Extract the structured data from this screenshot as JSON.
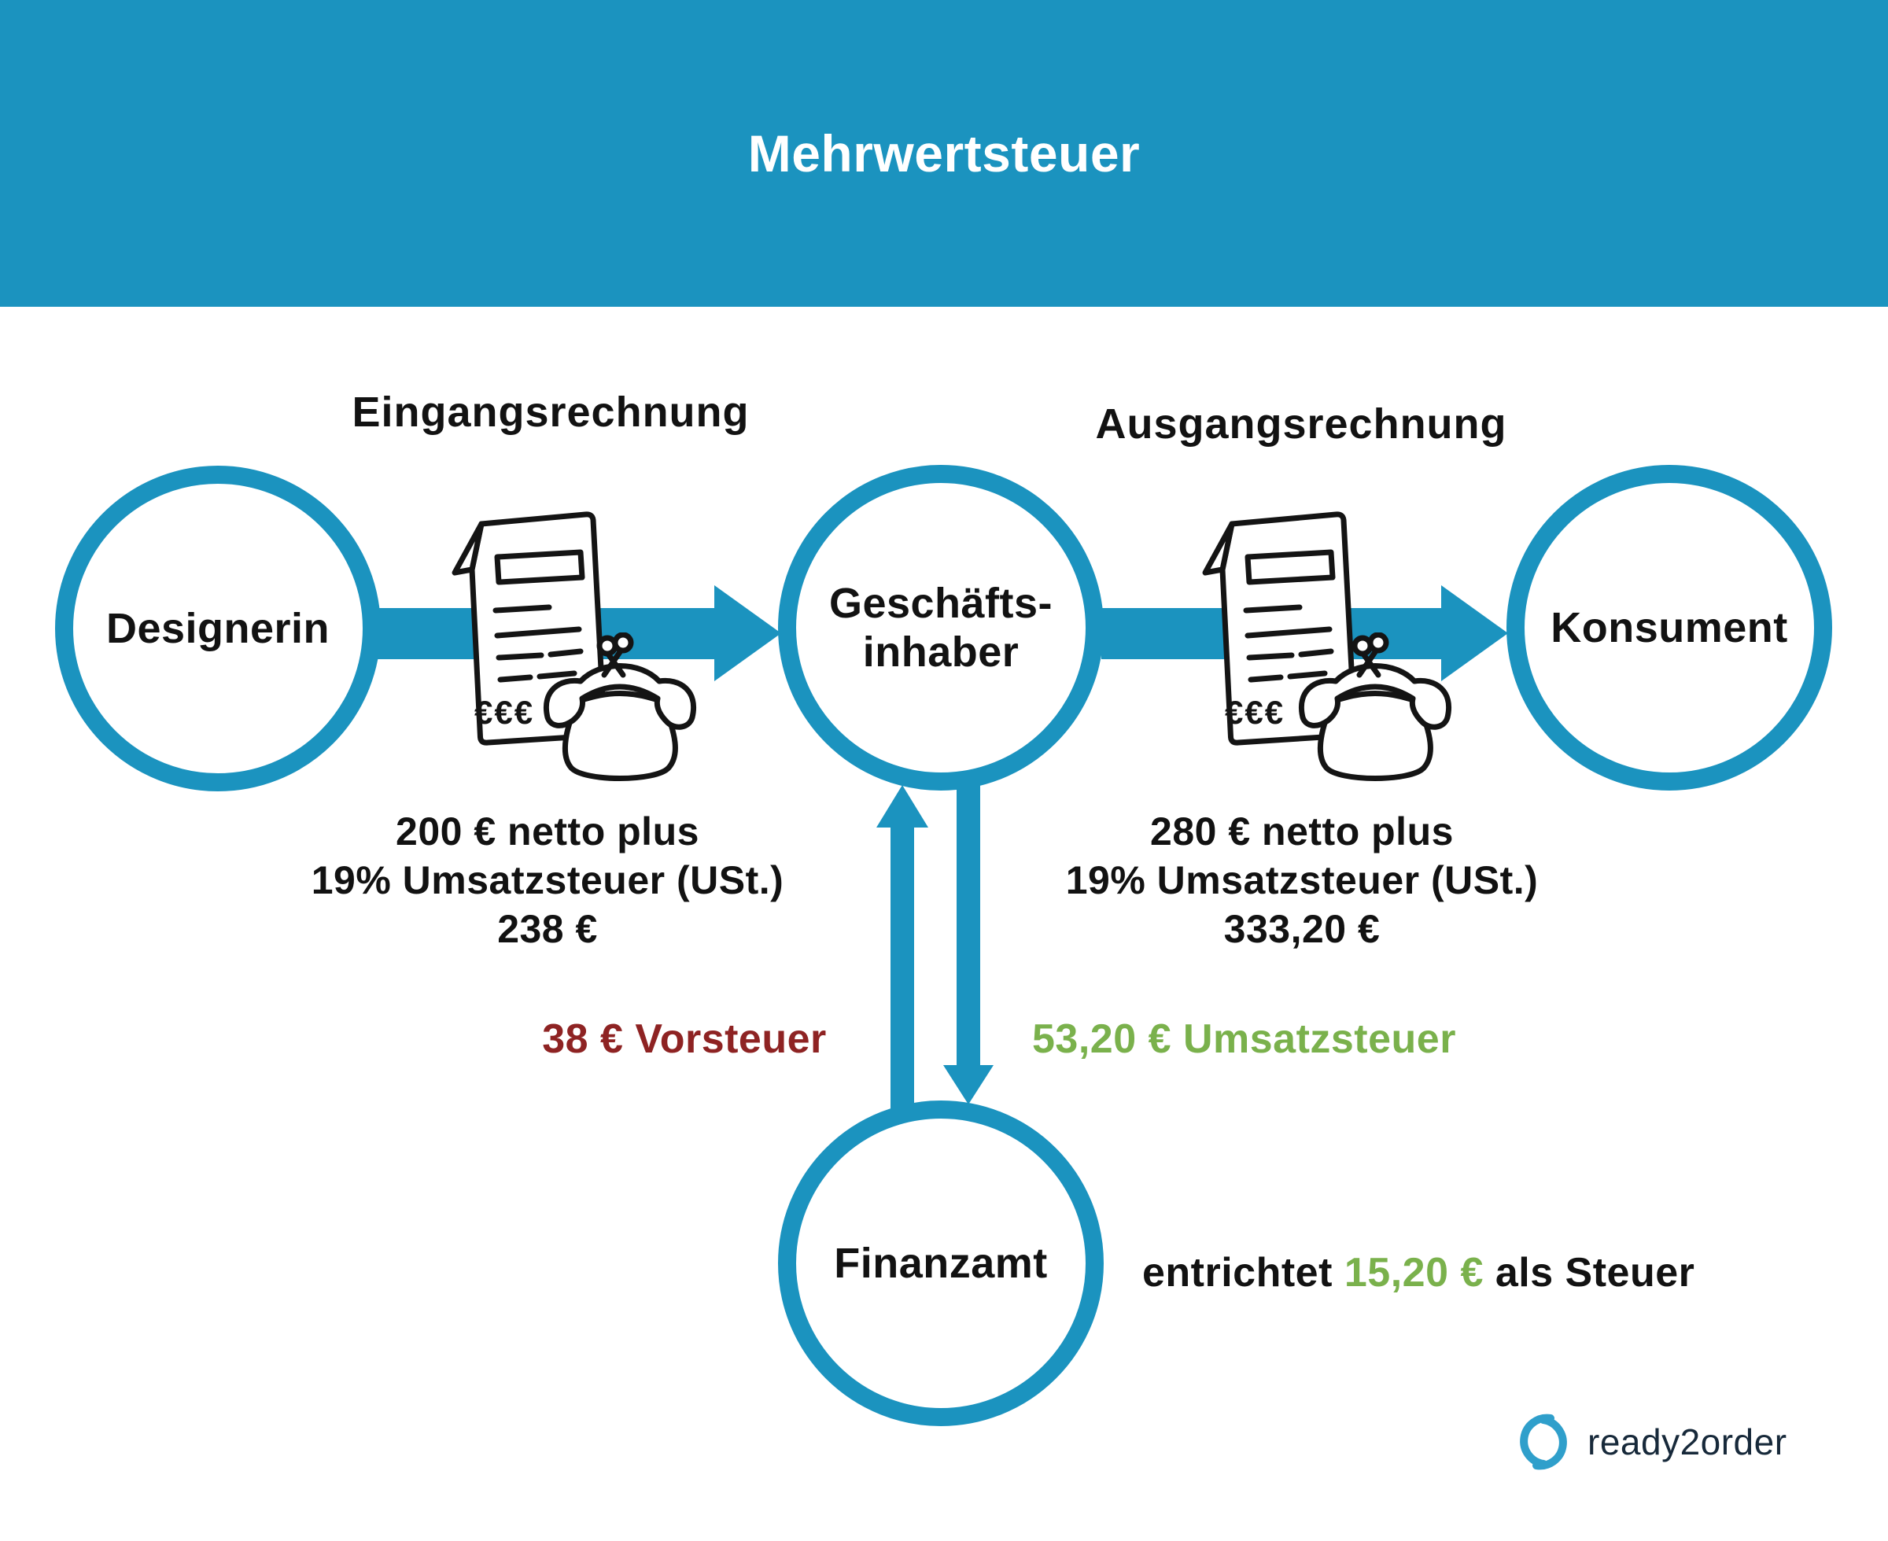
{
  "header": {
    "title": "Mehrwertsteuer"
  },
  "colors": {
    "primary_blue": "#1B93BF",
    "vorsteuer_red": "#8E2323",
    "tax_green": "#7AB14C",
    "text_dark": "#121212",
    "logo_navy": "#17293A",
    "logo_blue": "#2F9FCB"
  },
  "flow_labels": {
    "incoming_invoice": "Eingangsrechnung",
    "outgoing_invoice": "Ausgangsrechnung"
  },
  "nodes": {
    "designer": {
      "label": "Designerin"
    },
    "owner": {
      "label_line1": "Geschäfts-",
      "label_line2": "inhaber"
    },
    "consumer": {
      "label": "Konsument"
    },
    "tax_office": {
      "label": "Finanzamt"
    }
  },
  "purchase_annotation": {
    "line1": "200 € netto plus",
    "line2": "19% Umsatzsteuer (USt.)",
    "line3": "238 €"
  },
  "sale_annotation": {
    "line1": "280 € netto plus",
    "line2": "19% Umsatzsteuer (USt.)",
    "line3": "333,20 €"
  },
  "tax_flows": {
    "vorsteuer": "38 € Vorsteuer",
    "umsatzsteuer": "53,20 € Umsatzsteuer"
  },
  "tax_due": {
    "prefix": "entrichtet ",
    "amount": "15,20 €",
    "suffix": " als Steuer"
  },
  "invoice_icon": {
    "money_text": "€€€"
  },
  "logo": {
    "brand": "ready2order"
  }
}
